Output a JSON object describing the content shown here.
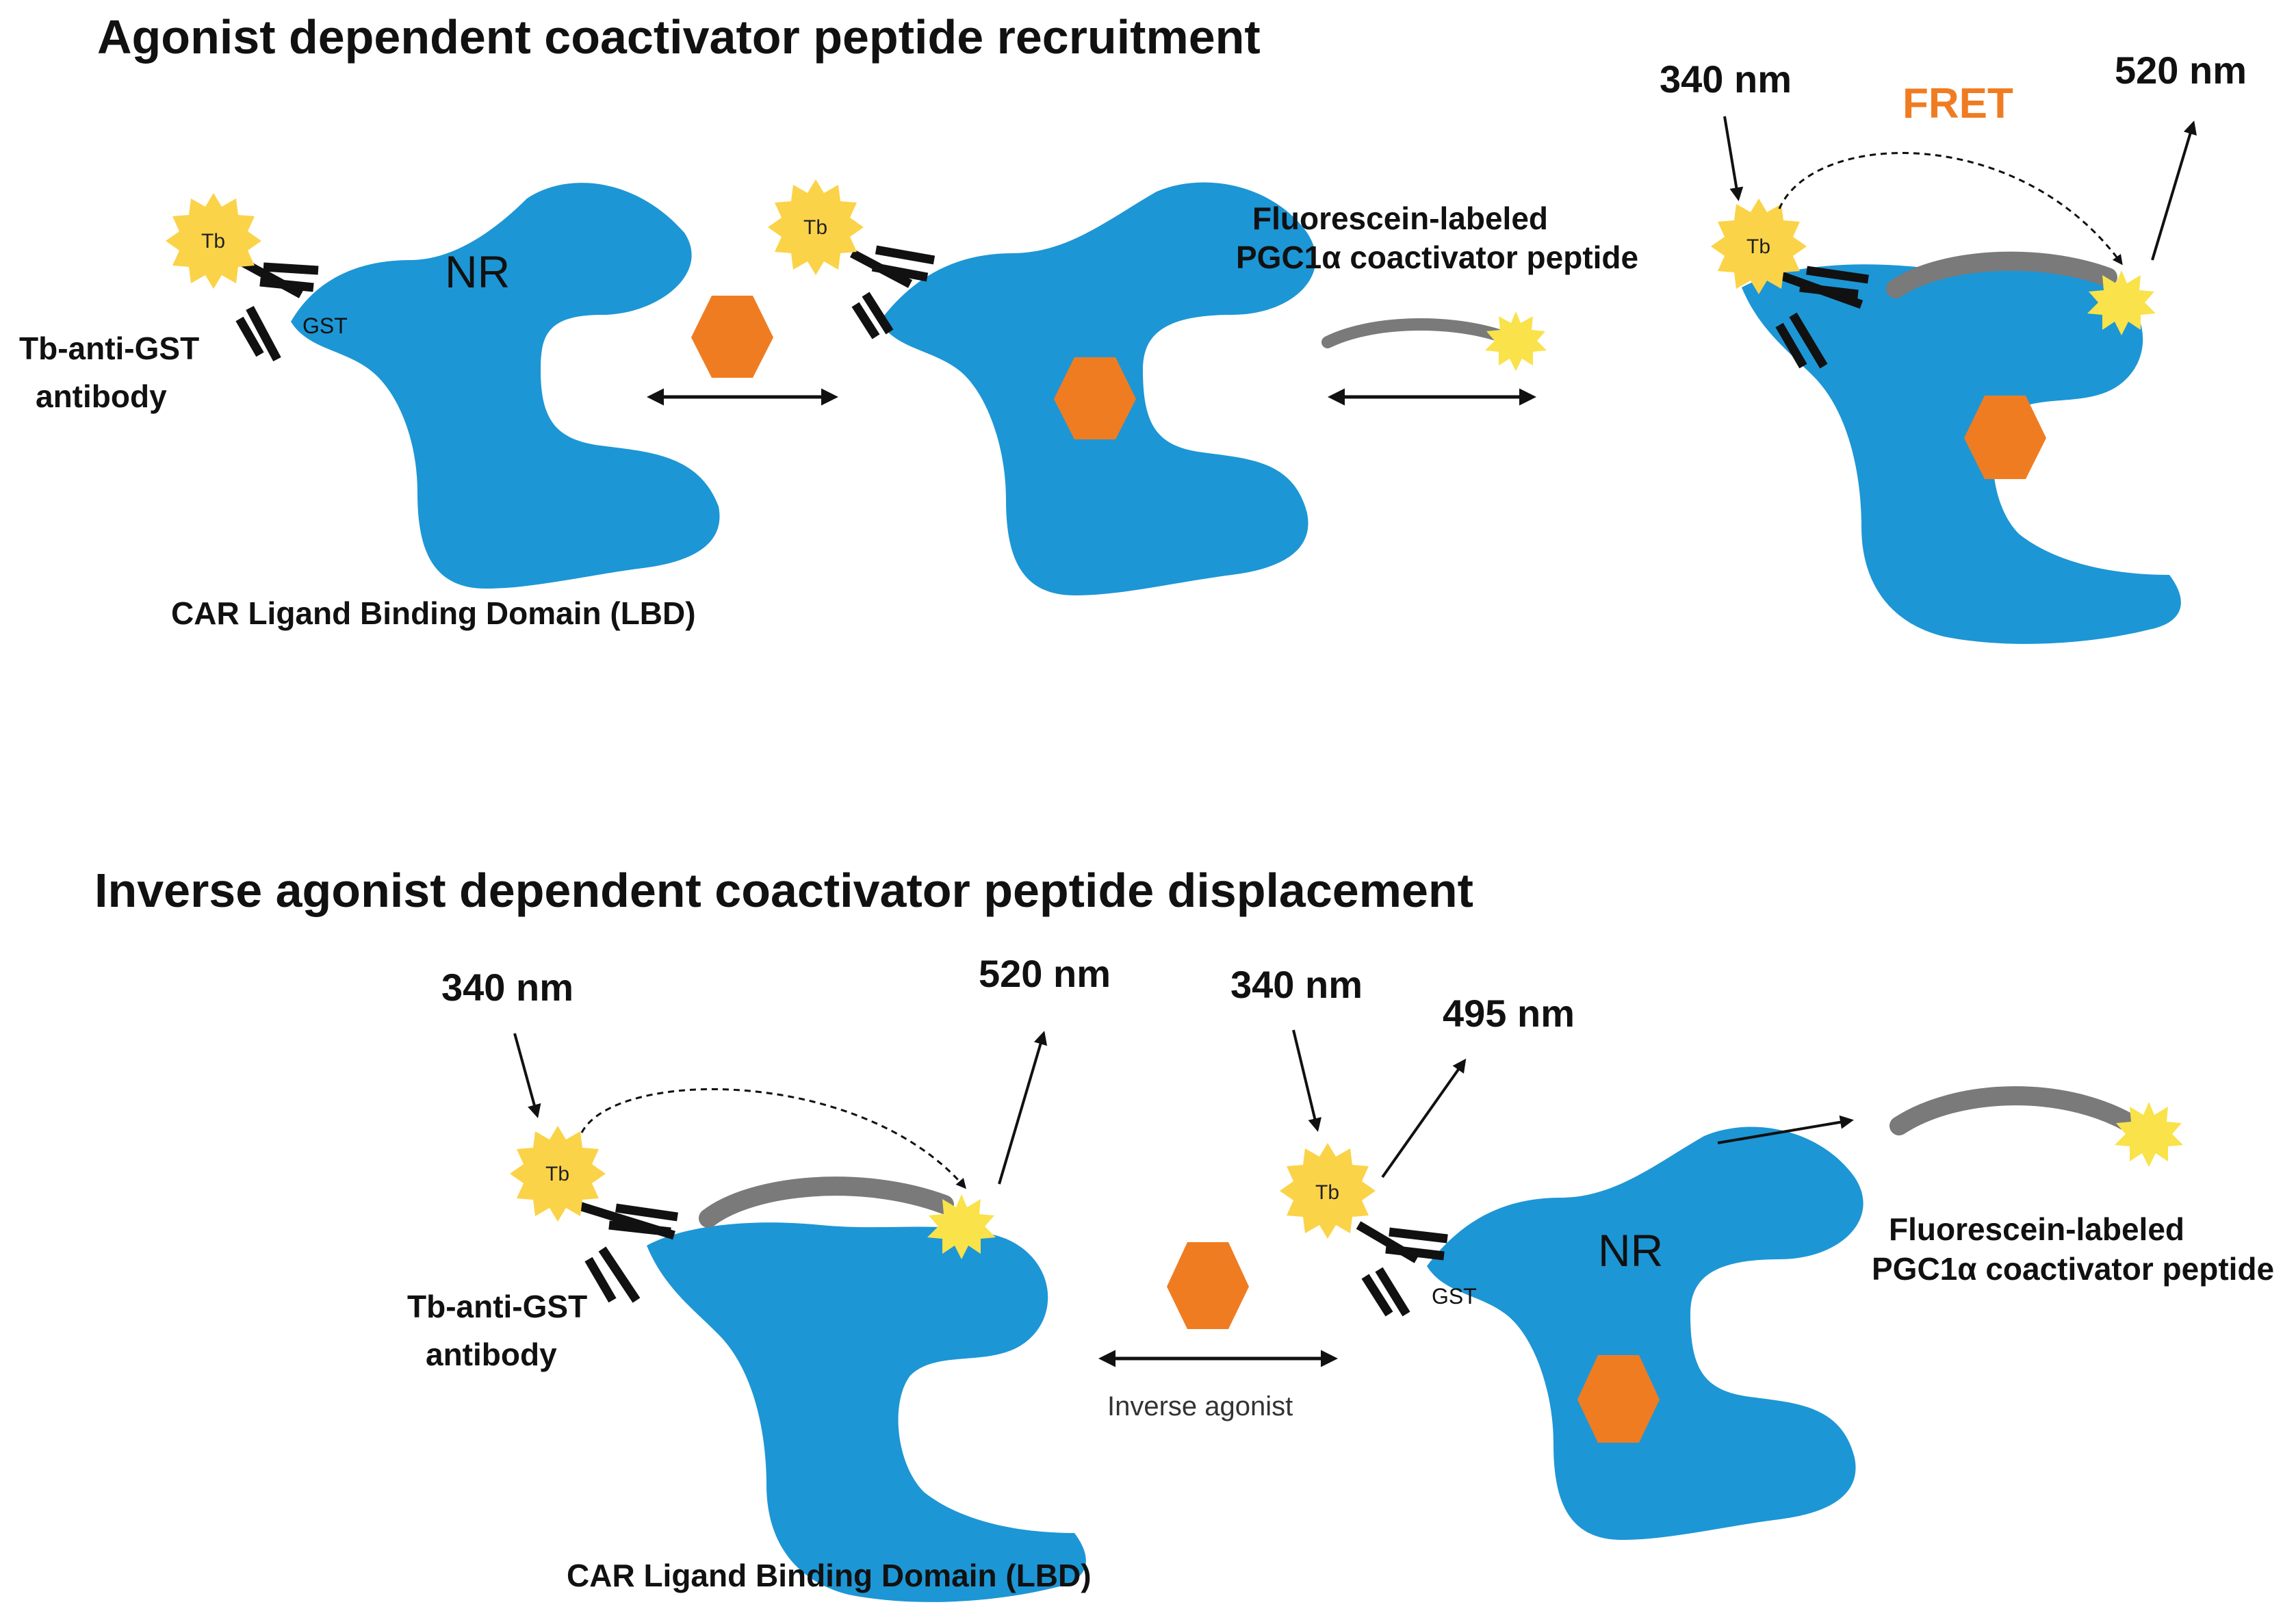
{
  "colors": {
    "receptor": "#1d96d5",
    "ligand": "#f07c22",
    "terbium": "#fbd348",
    "peptide": "#7a7a7a",
    "fluorescein": "#f9e24a",
    "fret": "#f07c22",
    "text": "#111111"
  },
  "icons": {
    "receptor": "nuclear-receptor-shape",
    "ligand": "hexagon",
    "terbium": "star-burst",
    "antibody": "y-shaped-antibody",
    "peptide": "curved-peptide-arc"
  },
  "panel_top": {
    "title": "Agonist dependent coactivator peptide recruitment",
    "nr_label": "NR",
    "gst_label": "GST",
    "tb_label": "Tb",
    "antibody_label_line1": "Tb-anti-GST",
    "antibody_label_line2": "antibody",
    "lbd_label": "CAR Ligand Binding Domain (LBD)",
    "peptide_label_line1": "Fluorescein-labeled",
    "peptide_label_line2": "PGC1α coactivator peptide",
    "excitation": "340 nm",
    "emission": "520 nm",
    "fret_label": "FRET"
  },
  "panel_bottom": {
    "title": "Inverse agonist dependent coactivator peptide displacement",
    "excitation_left": "340 nm",
    "emission_left": "520 nm",
    "excitation_right": "340 nm",
    "emission_right": "495 nm",
    "tb_label": "Tb",
    "antibody_label_line1": "Tb-anti-GST",
    "antibody_label_line2": "antibody",
    "lbd_label": "CAR Ligand Binding Domain (LBD)",
    "inverse_agonist_label": "Inverse agonist",
    "nr_label": "NR",
    "gst_label": "GST",
    "peptide_label_line1": "Fluorescein-labeled",
    "peptide_label_line2": "PGC1α coactivator peptide"
  }
}
